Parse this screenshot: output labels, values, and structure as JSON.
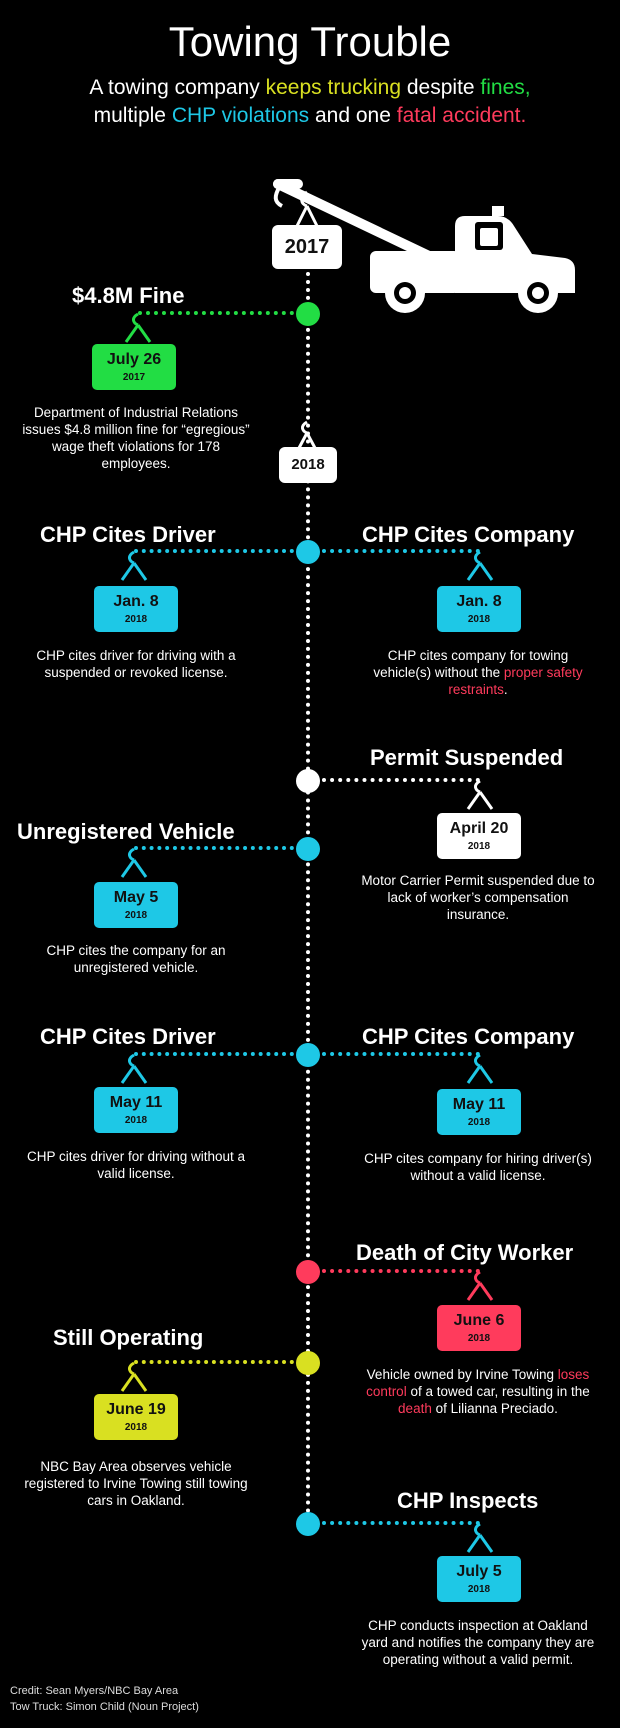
{
  "header": {
    "title": "Towing Trouble",
    "subtitle": {
      "p1": "A towing company ",
      "p2": "keeps trucking",
      "p3": " despite ",
      "p4": "fines,",
      "p5": "multiple ",
      "p6": "CHP violations",
      "p7": " and one ",
      "p8": "fatal accident."
    }
  },
  "colors": {
    "green": "#22dd44",
    "cyan": "#1ec8e6",
    "white": "#ffffff",
    "red": "#ff3b5c",
    "yellow": "#d9e021"
  },
  "icons": {
    "truck": "tow-truck-icon"
  },
  "years": {
    "y1": "2017",
    "y2": "2018"
  },
  "events": {
    "fine": {
      "heading": "$4.8M Fine",
      "date": "July 26",
      "year": "2017",
      "description": "Department of Industrial Relations issues $4.8 million fine for “egregious” wage theft violations for 178 employees."
    },
    "driver1": {
      "heading": "CHP Cites Driver",
      "date": "Jan. 8",
      "year": "2018",
      "description": "CHP cites driver for driving with a suspended or revoked license."
    },
    "company1": {
      "heading": "CHP Cites Company",
      "date": "Jan. 8",
      "year": "2018",
      "d1": "CHP cites company for towing vehicle(s) without the ",
      "d2": "proper safety restraints",
      "d3": "."
    },
    "permit": {
      "heading": "Permit Suspended",
      "date": "April 20",
      "year": "2018",
      "description": "Motor Carrier Permit suspended due to lack of worker’s compensation insurance."
    },
    "unreg": {
      "heading": "Unregistered Vehicle",
      "date": "May 5",
      "year": "2018",
      "description": "CHP cites the company for an unregistered vehicle."
    },
    "driver2": {
      "heading": "CHP Cites Driver",
      "date": "May 11",
      "year": "2018",
      "description": "CHP cites driver for driving without a valid license."
    },
    "company2": {
      "heading": "CHP Cites Company",
      "date": "May 11",
      "year": "2018",
      "description": "CHP cites company for hiring driver(s) without a valid license."
    },
    "death": {
      "heading": "Death of City Worker",
      "date": "June 6",
      "year": "2018",
      "d1": "Vehicle owned by Irvine Towing ",
      "d2": "loses control",
      "d3": " of a towed car, resulting in the ",
      "d4": "death",
      "d5": " of Lilianna Preciado."
    },
    "still": {
      "heading": "Still Operating",
      "date": "June 19",
      "year": "2018",
      "description": "NBC Bay Area observes vehicle registered to Irvine Towing still towing cars in Oakland."
    },
    "inspect": {
      "heading": "CHP Inspects",
      "date": "July 5",
      "year": "2018",
      "description": "CHP conducts inspection at Oakland yard and notifies the company they are operating without a valid permit."
    }
  },
  "credits": {
    "line1": "Credit: Sean Myers/NBC Bay Area",
    "line2": "Tow Truck: Simon Child (Noun Project)"
  }
}
